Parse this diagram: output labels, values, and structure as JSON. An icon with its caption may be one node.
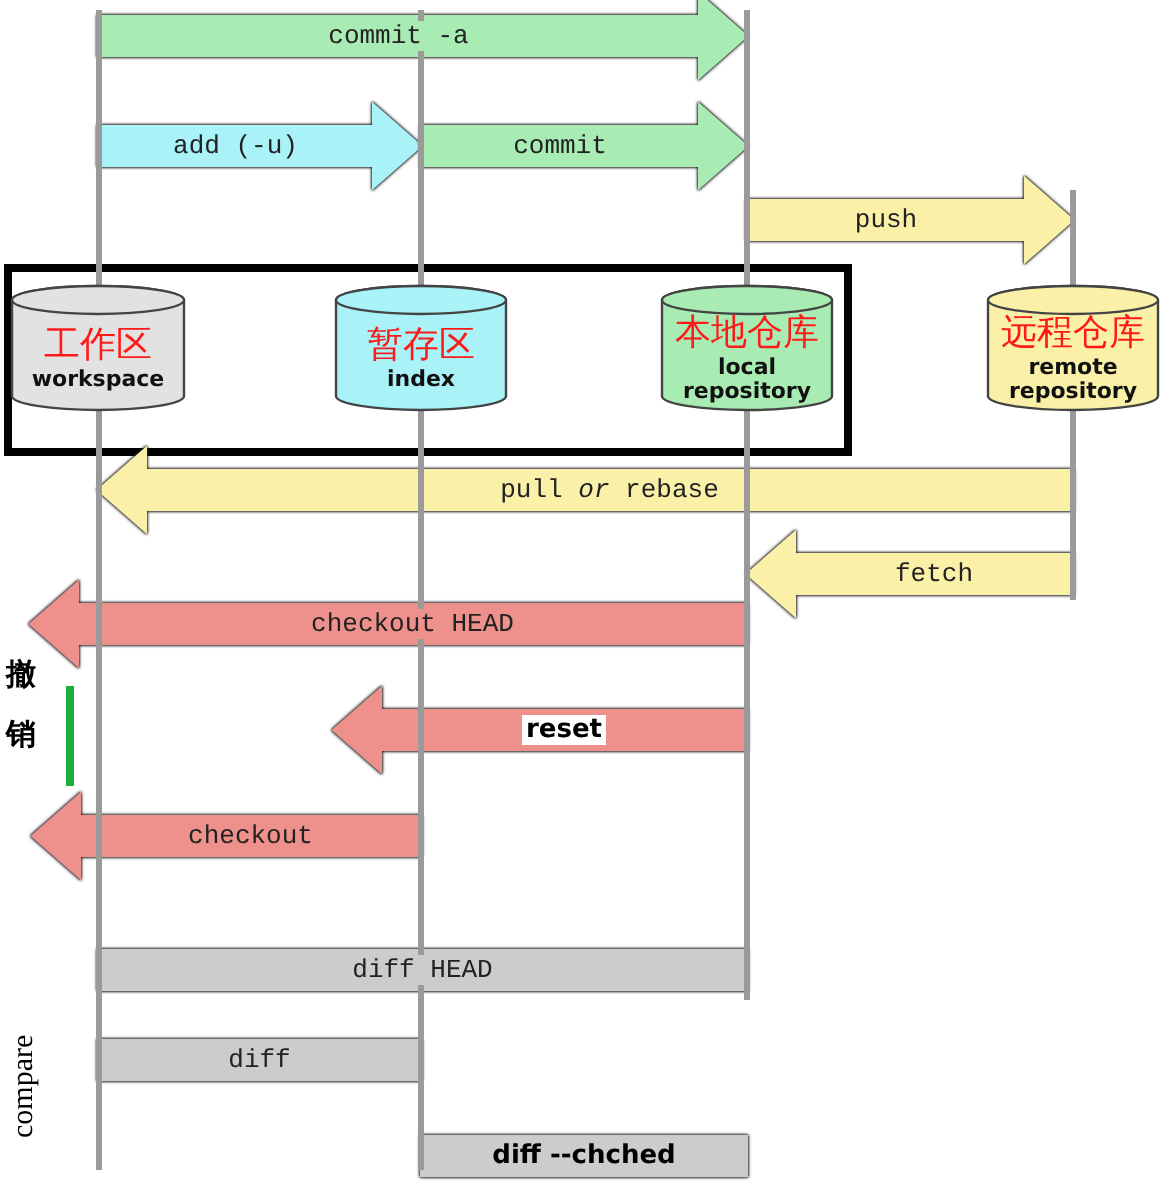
{
  "diagram": {
    "nodes": [
      {
        "text": [
          "工作区",
          "workspace"
        ]
      },
      {
        "text": [
          "暂存区",
          "index"
        ]
      },
      {
        "text": [
          "本地仓库",
          "local repository"
        ]
      },
      {
        "text": [
          "远程仓库",
          "remote repository"
        ]
      }
    ],
    "edges": [
      {
        "from": 0,
        "to": 2,
        "arrow": "to",
        "label": "commit -a",
        "color": "#a8ecb4"
      },
      {
        "from": 0,
        "to": 1,
        "arrow": "to",
        "label": "add (-u)",
        "color": "#a8f2f8"
      },
      {
        "from": 1,
        "to": 2,
        "arrow": "to",
        "label": "commit",
        "color": "#a8ecb4"
      },
      {
        "from": 2,
        "to": 3,
        "arrow": "to",
        "label": "push",
        "color": "#fbf0a8"
      },
      {
        "from": 3,
        "to": 0,
        "arrow": "to",
        "label": "pull *or* rebase",
        "color": "#fbf0a8"
      },
      {
        "from": 3,
        "to": 2,
        "arrow": "to",
        "label": "fetch",
        "color": "#fbf0a8"
      },
      {
        "from": 2,
        "to": 0,
        "arrow": "to",
        "label": "checkout HEAD",
        "color": "#ee908c"
      },
      {
        "from": 2,
        "to": 1,
        "arrow": "to",
        "label": "reset",
        "color": "#ee908c"
      },
      {
        "from": 1,
        "to": 0,
        "arrow": "to",
        "label": "checkout",
        "color": "#ee908c"
      },
      {
        "from": 0,
        "to": 2,
        "arrow": "none",
        "label": "diff HEAD",
        "color": "#cccccc"
      },
      {
        "from": 0,
        "to": 1,
        "arrow": "none",
        "label": "diff",
        "color": "#cccccc"
      },
      {
        "from": 1,
        "to": 2,
        "arrow": "none",
        "label": "diff  --chched",
        "color": "#cccccc"
      }
    ],
    "labels": [
      "撤销",
      "compare"
    ]
  }
}
